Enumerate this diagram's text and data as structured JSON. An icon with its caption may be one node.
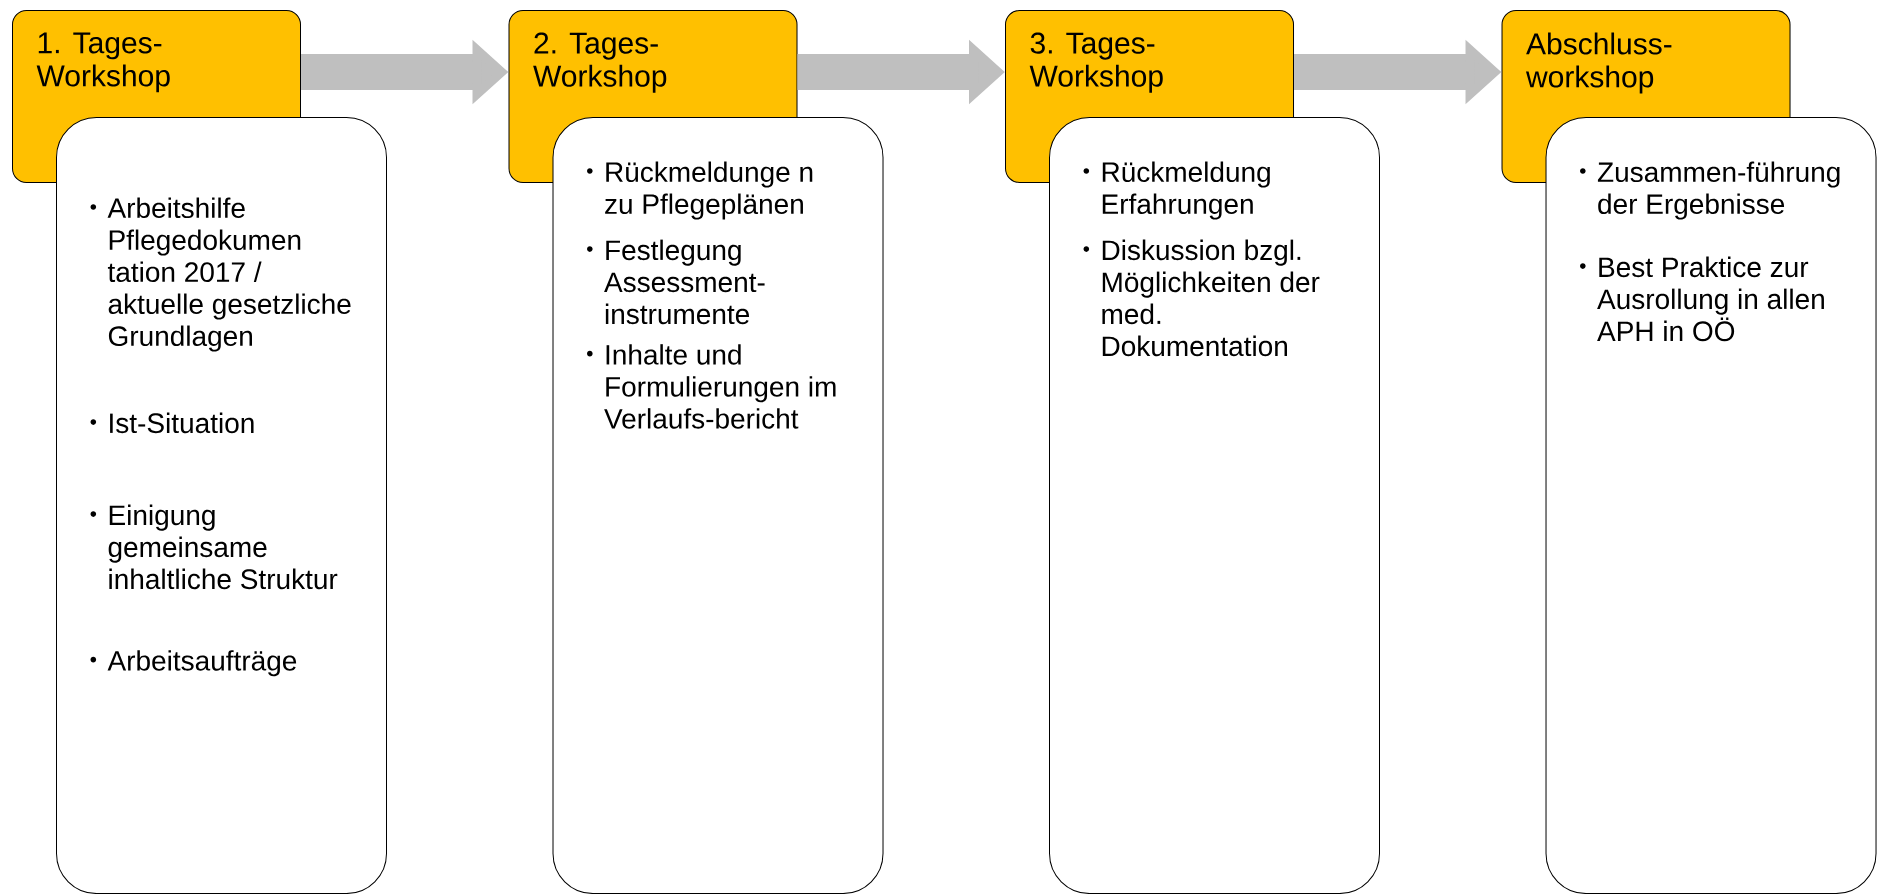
{
  "diagram": {
    "nodes": [
      {
        "text": [
          "1. Tages-Workshop"
        ]
      },
      {
        "text": [
          "Arbeitshilfe Pflegedokumen tation 2017 / aktuelle gesetzliche Grundlagen",
          "Ist-Situation",
          "Einigung gemeinsame inhaltliche Struktur",
          "Arbeitsaufträge"
        ]
      },
      {
        "text": [
          "2. Tages-Workshop"
        ]
      },
      {
        "text": [
          "Rückmeldunge n zu Pflegeplänen",
          "Festlegung Assessment-instrumente",
          "Inhalte und Formulierungen im Verlaufs-bericht"
        ]
      },
      {
        "text": [
          "3. Tages-Workshop"
        ]
      },
      {
        "text": [
          "Rückmeldung Erfahrungen",
          "Diskussion bzgl. Möglichkeiten der med. Dokumentation"
        ]
      },
      {
        "text": [
          "Abschluss-workshop"
        ]
      },
      {
        "text": [
          "Zusammen-führung der Ergebnisse",
          "Best Praktice zur Ausrollung in allen APH in OÖ"
        ]
      }
    ],
    "edges": [
      {
        "from": 0,
        "to": 2,
        "arrow": "to"
      },
      {
        "from": 2,
        "to": 4,
        "arrow": "to"
      },
      {
        "from": 4,
        "to": 6,
        "arrow": "to"
      }
    ]
  }
}
